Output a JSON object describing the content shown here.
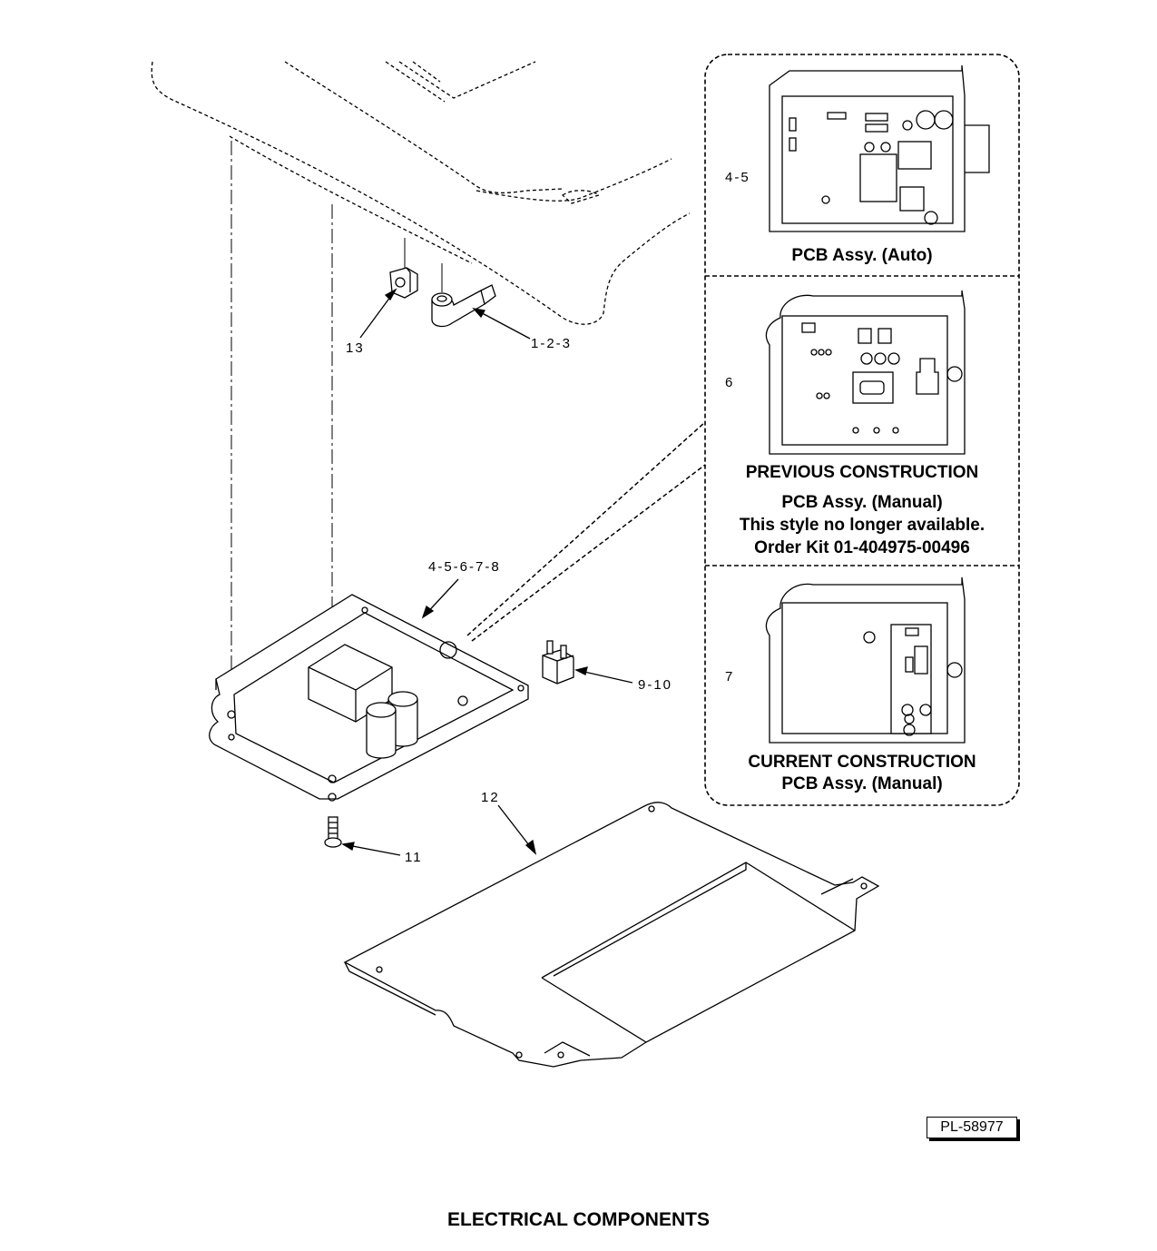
{
  "callouts": {
    "c13": "13",
    "c123": "1-2-3",
    "c45678": "4-5-6-7-8",
    "c910": "9-10",
    "c11": "11",
    "c12": "12",
    "c45": "4-5",
    "c6": "6",
    "c7": "7"
  },
  "panels": {
    "auto": {
      "title": "PCB Assy. (Auto)"
    },
    "previous": {
      "heading": "PREVIOUS CONSTRUCTION",
      "title": "PCB Assy. (Manual)",
      "note": "This style no longer available.",
      "order": "Order Kit 01-404975-00496"
    },
    "current": {
      "heading": "CURRENT CONSTRUCTION",
      "title": "PCB Assy. (Manual)"
    }
  },
  "drawing_number": "PL-58977",
  "page_title": "ELECTRICAL COMPONENTS"
}
